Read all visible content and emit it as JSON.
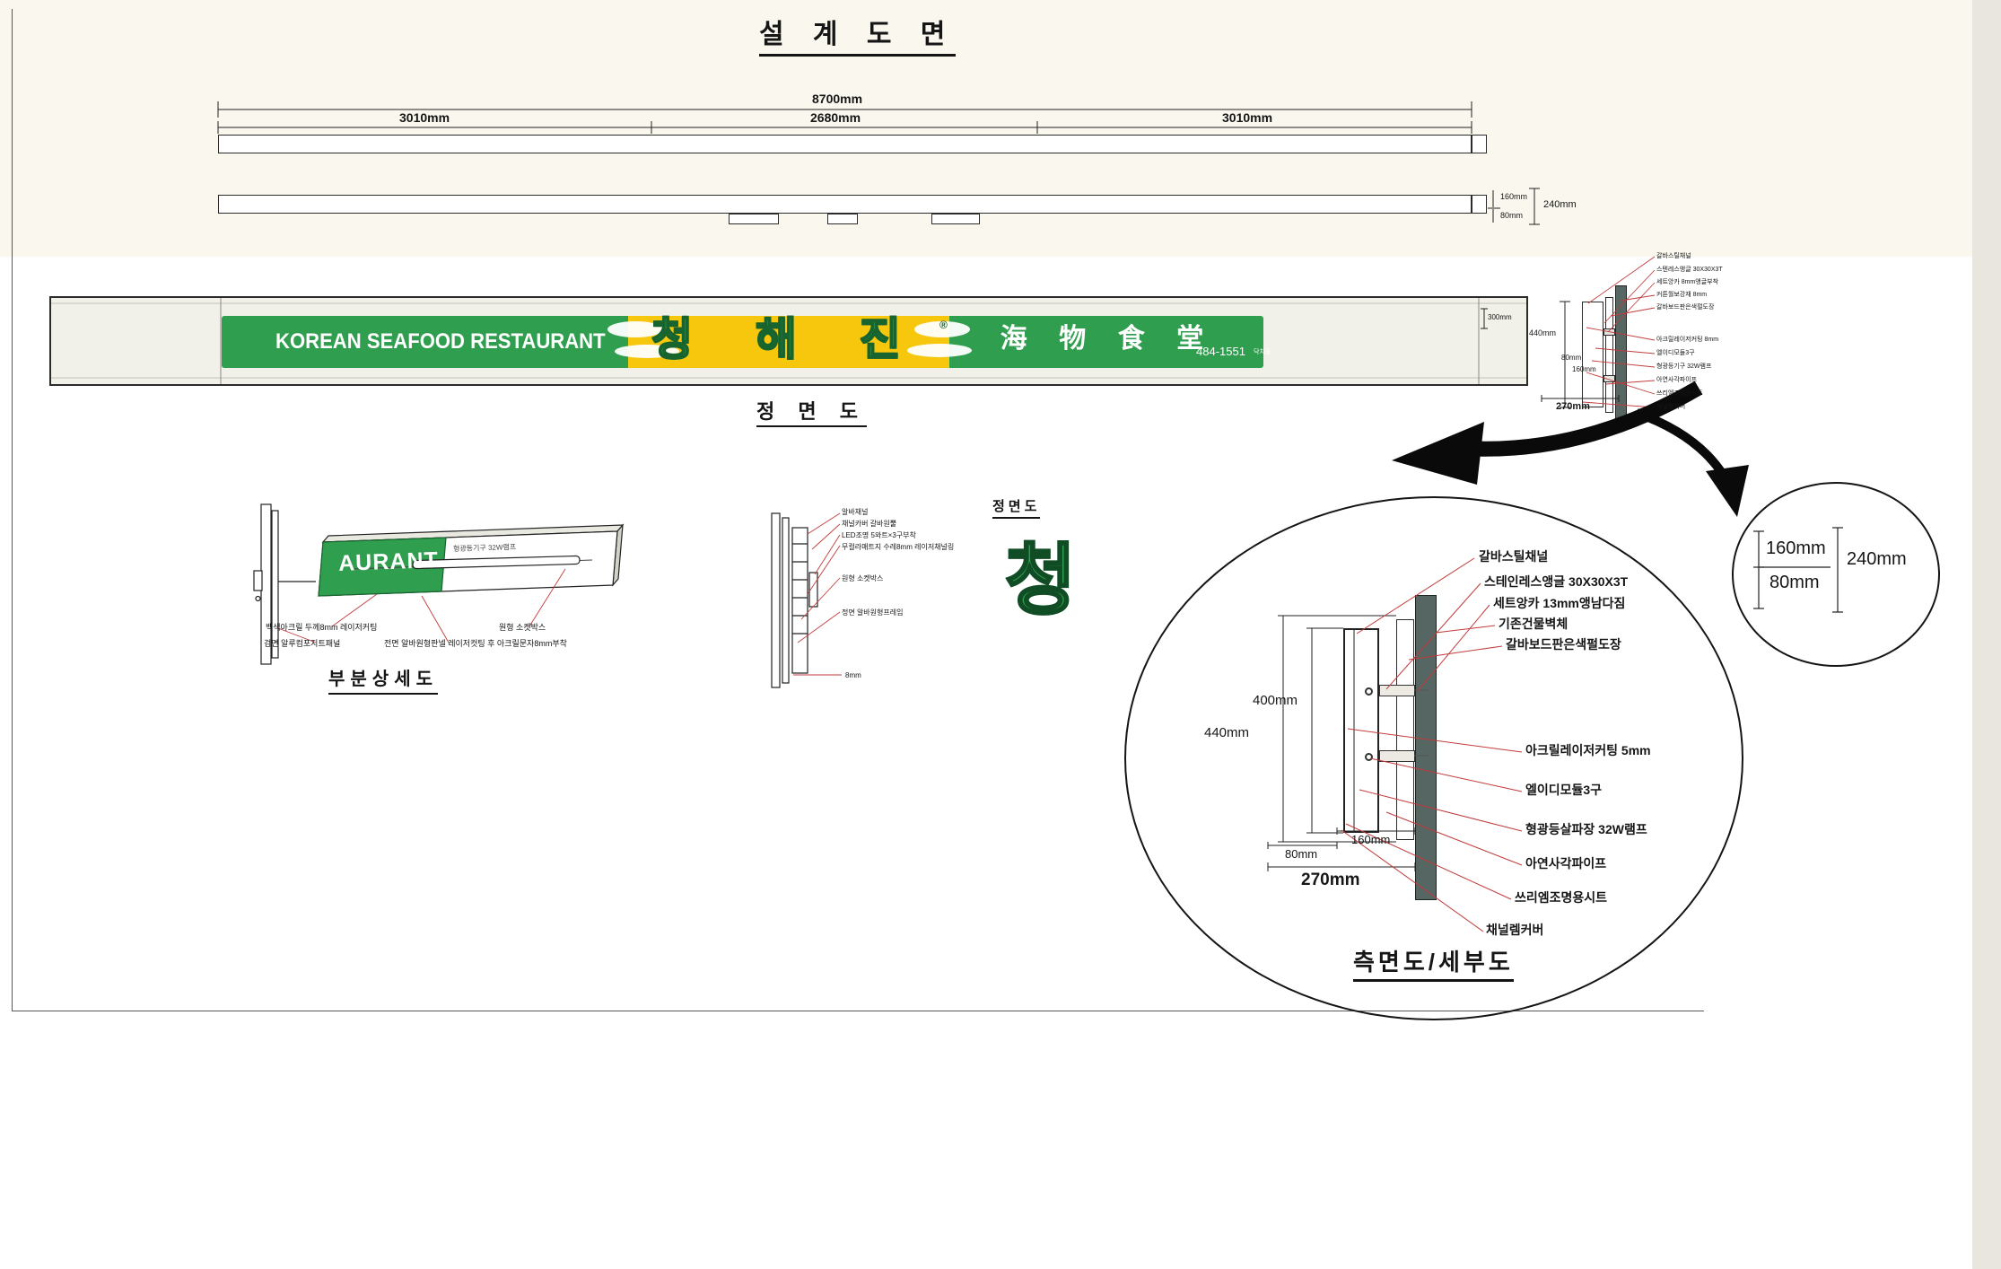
{
  "title": "설 계 도 면",
  "plan": {
    "total": "8700mm",
    "seg_left": "3010mm",
    "seg_center": "2680mm",
    "seg_right": "3010mm",
    "h_top": "160mm",
    "h_overall": "240mm",
    "h_bottom": "80mm"
  },
  "front": {
    "label": "정 면 도",
    "english": "KOREAN SEAFOOD RESTAURANT",
    "brand": "청 해 진",
    "reg": "®",
    "hanja": "海 物 食 堂",
    "phone": "484-1551",
    "phone_note": "닥치돌",
    "height": "300mm"
  },
  "section": {
    "d440": "440mm",
    "d160": "160mm",
    "d80": "80mm",
    "d270": "270mm",
    "callouts": [
      "갈바스틸채널",
      "스텐레스앵글 30X30X3T",
      "세트앙카 8mm앵글부착",
      "커튼월보강재 8mm",
      "갈바보드판은색펄도장",
      "아크릴레이저커팅 8mm",
      "엘이디모듈3구",
      "형광등기구 32W램프",
      "아연사각파이프",
      "쓰리엠조명용시트",
      "채널렘커버"
    ]
  },
  "zoom": {
    "d160": "160mm",
    "d240": "240mm",
    "d80": "80mm"
  },
  "detail": {
    "title": "측면도/세부도",
    "d400": "400mm",
    "d440": "440mm",
    "d160": "160mm",
    "d80": "80mm",
    "d270": "270mm",
    "callouts": [
      "갈바스틸채널",
      "스테인레스앵글 30X30X3T",
      "세트앙카 13mm앵남다짐",
      "기존건물벽체",
      "갈바보드판은색펄도장",
      "아크릴레이저커팅 5mm",
      "엘이디모듈3구",
      "형광등살파장 32W램프",
      "아연사각파이프",
      "쓰리엠조명용시트",
      "채널렘커버"
    ]
  },
  "part_detail": {
    "label": "부분상세도",
    "panel_text": "AURANT",
    "inner_note": "형광등기구 32W램프",
    "callouts": [
      "백색아크릴 두께8mm 레이저커팅",
      "검면 알루컴포지트패널",
      "원형 소켓박스",
      "전면 알바원형판넬 레이저컷팅 후 아크릴문자8mm부착"
    ]
  },
  "front_detail": {
    "label": "정면도",
    "char": "청",
    "callouts": [
      "알바채널",
      "채널카버 갈바원뿔",
      "LED조명 5와트×3구부착",
      "무컬라매트지 수레8mm 레이저채널링",
      "원형 소켓박스",
      "정면 알바원형프레임",
      "8mm"
    ]
  }
}
